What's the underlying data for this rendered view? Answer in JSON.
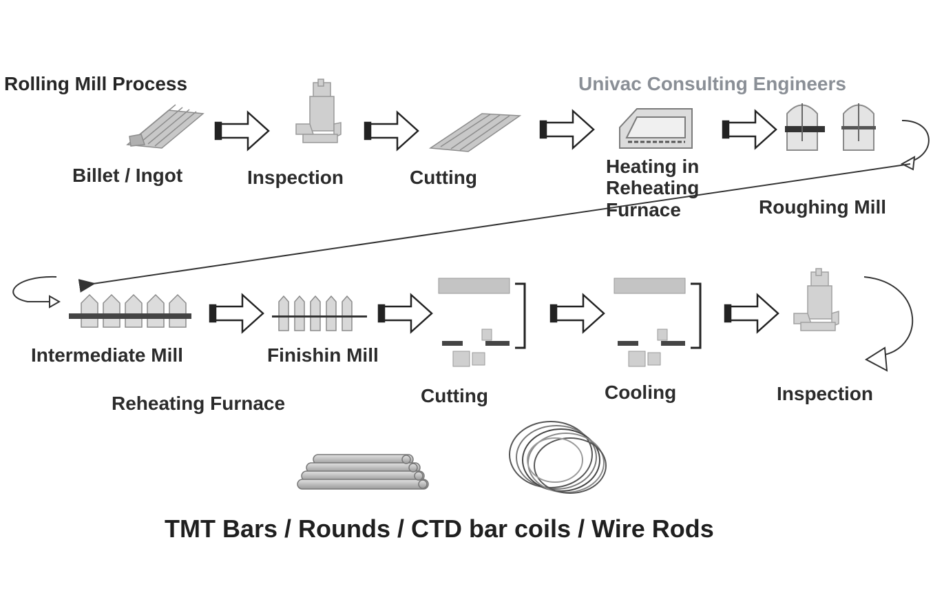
{
  "title": "Rolling Mill Process",
  "brand": "Univac Consulting Engineers",
  "steps_row1": [
    {
      "label": "Billet / Ingot",
      "icon": "billet-stack-icon"
    },
    {
      "label": "Inspection",
      "icon": "inspection-machine-icon"
    },
    {
      "label": "Cutting",
      "icon": "cutting-plate-icon"
    },
    {
      "label_lines": [
        "Heating in",
        "Reheating",
        "Furnace"
      ],
      "icon": "reheating-furnace-icon"
    },
    {
      "label": "Roughing Mill",
      "icon": "roughing-mill-icon"
    }
  ],
  "steps_row2": [
    {
      "label": "Intermediate Mill",
      "icon": "intermediate-mill-icon"
    },
    {
      "label": "Finishin Mill",
      "icon": "finishing-mill-icon"
    },
    {
      "label": "Cutting",
      "icon": "cutting-shear-icon"
    },
    {
      "label": "Cooling",
      "icon": "cooling-bed-icon"
    },
    {
      "label": "Inspection",
      "icon": "inspection-machine-icon"
    }
  ],
  "extra_label": "Reheating Furnace",
  "products_label": "TMT Bars / Rounds / CTD bar coils / Wire Rods",
  "colors": {
    "text": "#2b2b2b",
    "brand": "#8a8f96",
    "icon_fill": "#c8c8c8",
    "icon_dark": "#404040"
  }
}
